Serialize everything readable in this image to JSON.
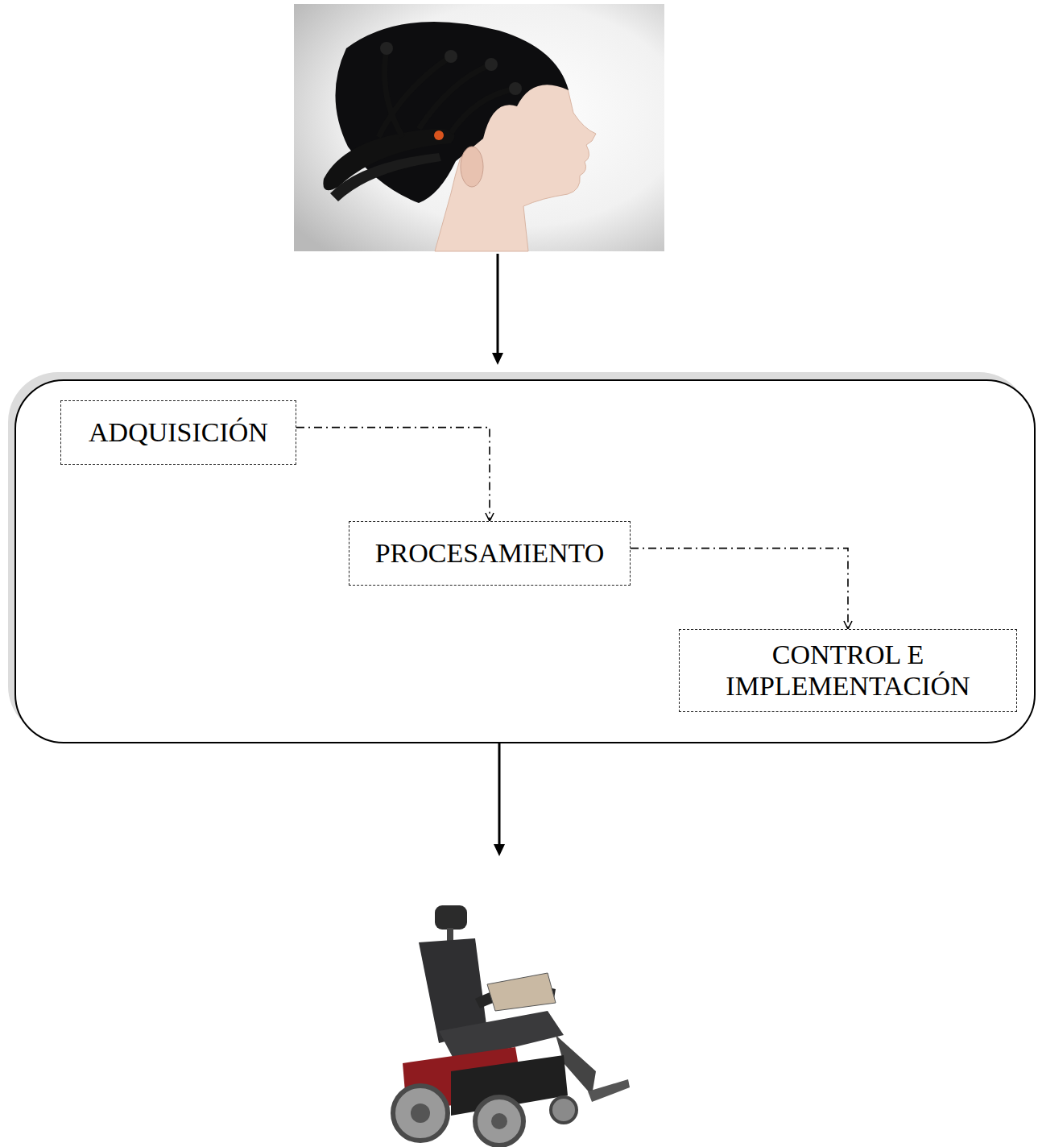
{
  "diagram": {
    "nodes": [
      {
        "text": [
          "ADQUISICIÓN"
        ]
      },
      {
        "text": [
          "PROCESAMIENTO"
        ]
      },
      {
        "text": [
          "CONTROL E IMPLEMENTACIÓN"
        ]
      }
    ],
    "edges": [
      {
        "from": 0,
        "to": 1,
        "arrow": "to"
      },
      {
        "from": 1,
        "to": 2,
        "arrow": "to"
      }
    ]
  }
}
